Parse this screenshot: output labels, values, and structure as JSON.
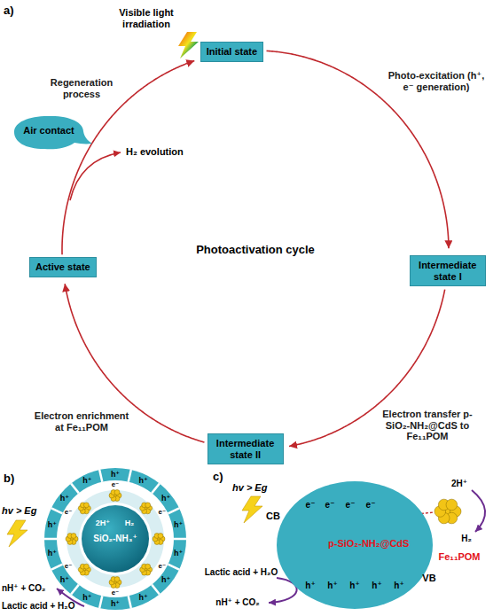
{
  "diagram": {
    "nodes": [
      {
        "text": [
          "Initial state"
        ]
      },
      {
        "text": [
          "Intermediate state I"
        ]
      },
      {
        "text": [
          "Intermediate state II"
        ]
      },
      {
        "text": [
          "Active state"
        ]
      },
      {
        "text": [
          "Air contact"
        ]
      },
      {
        "text": [
          "SiO₂-NH₃⁺"
        ]
      },
      {
        "text": [
          "p-SiO₂-NH₂@CdS"
        ]
      }
    ],
    "edges": [
      {
        "from": 0,
        "to": 1,
        "label": "Photo-excitation (h⁺, e⁻ generation)",
        "arrow": "to"
      },
      {
        "from": 1,
        "to": 2,
        "label": "Electron transfer p-SiO₂-NH₂@CdS to Fe₁₁POM",
        "arrow": "to"
      },
      {
        "from": 2,
        "to": 3,
        "label": "Electron enrichment at Fe₁₁POM",
        "arrow": "to"
      },
      {
        "from": 3,
        "to": 0,
        "label": "Regeneration process",
        "arrow": "to"
      }
    ],
    "labels": [
      "a)",
      "Visible light irradiation",
      "H₂ evolution",
      "Photoactivation cycle",
      "b)",
      "hv > Eg",
      "nH⁺ + CO₂",
      "Lactic acid + H₂O",
      "2H⁺",
      "H₂",
      "h⁺",
      "h⁺",
      "h⁺",
      "h⁺",
      "h⁺",
      "h⁺",
      "h⁺",
      "h⁺",
      "h⁺",
      "h⁺",
      "h⁺",
      "h⁺",
      "h⁺",
      "h⁺",
      "e⁻",
      "e⁻",
      "e⁻",
      "e⁻",
      "e⁻",
      "e⁻",
      "c)",
      "hv > Eg",
      "CB",
      "VB",
      "e⁻",
      "e⁻",
      "e⁻",
      "e⁻",
      "h⁺",
      "h⁺",
      "h⁺",
      "h⁺",
      "h⁺",
      "2H⁺",
      "H₂",
      "Fe₁₁POM",
      "Lactic acid + H₂O",
      "nH⁺ + CO₂"
    ]
  }
}
